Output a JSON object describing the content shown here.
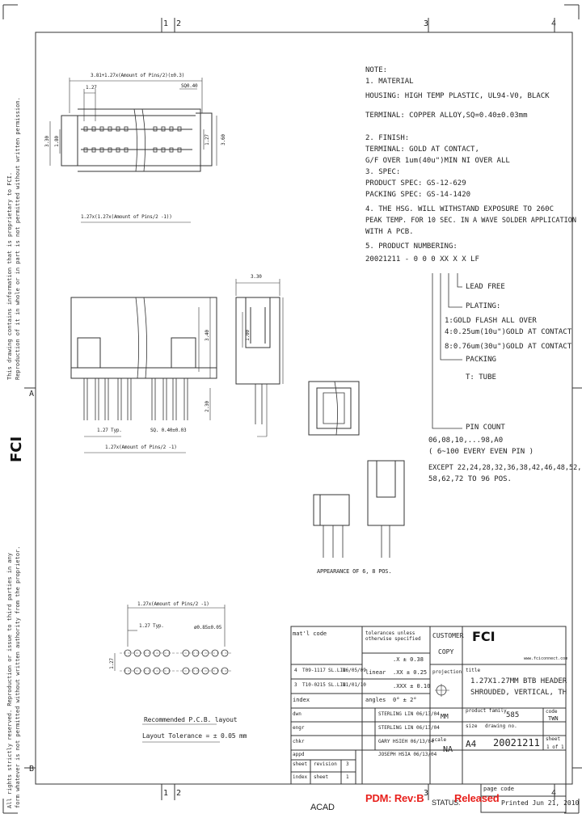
{
  "grid": {
    "top": [
      "1",
      "2",
      "3",
      "4"
    ],
    "bottom": [
      "1",
      "2",
      "3",
      "4"
    ],
    "left": [
      "A",
      "B"
    ]
  },
  "notes": {
    "heading": "NOTE:",
    "lines": [
      "1. MATERIAL",
      "   HOUSING: HIGH TEMP PLASTIC, UL94-V0, BLACK",
      "",
      "   TERMINAL: COPPER ALLOY,SQ=0.40±0.03mm",
      "",
      "2. FINISH:",
      "   TERMINAL: GOLD AT CONTACT,",
      "          G/F OVER 1um(40u\")MIN NI OVER ALL",
      "3. SPEC:",
      "PRODUCT SPEC: GS-12-629",
      "PACKING SPEC: GS-14-1420",
      "4. THE HSG. WILL WITHSTAND EXPOSURE TO 260C",
      "PEAK TEMP. FOR 10 SEC. IN A WAVE SOLDER APPLICATION",
      "WITH A PCB.",
      "5. PRODUCT NUMBERING:",
      "20021211 - 0 0 0 XX X X LF"
    ]
  },
  "numbering": {
    "lead_free": "LEAD FREE",
    "plating": "PLATING:",
    "plating_opts": [
      "1:GOLD FLASH ALL OVER",
      "4:0.25um(10u\")GOLD AT CONTACT",
      "8:0.76um(30u\")GOLD AT CONTACT"
    ],
    "packing": "PACKING",
    "tube": "T: TUBE",
    "pin_count": "PIN COUNT",
    "pin_lines": [
      "06,08,10,...98,A0",
      "( 6~100 EVERY EVEN PIN )",
      "EXCEPT 22,24,28,32,36,38,42,46,48,52,54,56",
      "58,62,72 TO 96 POS."
    ]
  },
  "dims": {
    "top_overall": "3.81+1.27x(Amount of Pins/2)(±0.3)",
    "top_pitch": "1.27",
    "top_right": "SQ0.40",
    "left_a": "3.30",
    "left_b": "1.80",
    "right_a": "1.27",
    "right_b": "3.60",
    "row_len": "1.27x(1.27x(Amount of Pins/2 -1))",
    "side_width": "3.30",
    "side_h1": "3.40",
    "side_h2": "1.00",
    "side_tail": "2.30",
    "front_pitch": "1.27 Typ.",
    "front_sq": "SQ. 0.40±0.03",
    "front_len": "1.27x(Amount of Pins/2 -1)",
    "appearance": "APPEARANCE OF 6, 8 POS.",
    "pcb_len": "1.27x(Amount of Pins/2 -1)",
    "pcb_pitch": "1.27 Typ.",
    "pcb_hole": "ø0.85±0.05",
    "pcb_side": "1.27",
    "pcb_caption": "Recommended P.C.B. layout",
    "pcb_tol": "Layout Tolerance = ± 0.05 mm"
  },
  "side_text": {
    "left_line1": "This drawing contains information that is proprietary to FCI.",
    "left_line2": "Reproduction of it in whole or in part is not permitted without written permission.",
    "left_line3": "All rights strictly reserved. Reproduction or issue to third parties in any",
    "left_line4": "form whatever is not permitted without written authority from the proprietor.",
    "logo": "FCI"
  },
  "titleblock": {
    "matl_code": "mat'l code",
    "tol_header": "tolerances unless otherwise specified",
    "tol1": ".X ± 0.38",
    "tol2": ".XX ± 0.25",
    "tol3": ".XXX ± 0.10",
    "tol4": "0° ± 2°",
    "linear": "linear",
    "angles": "angles",
    "rev_rows": [
      {
        "ltr": "4",
        "ecn": "T09-1117",
        "by": "SL.LIN",
        "date": "26/05/09"
      },
      {
        "ltr": "3",
        "ecn": "T10-0215",
        "by": "SL.LIN",
        "date": "21/01/10"
      }
    ],
    "customer": "CUSTOMER",
    "copy": "COPY",
    "projection": "projection",
    "fci_logo": "FCI",
    "website": "www.fciconnect.com",
    "title_label": "title",
    "title1": "1.27X1.27MM BTB HEADER",
    "title2": "SHROUDED, VERTICAL, TH",
    "units": "MM",
    "product_family_label": "product family",
    "product_family": "585",
    "code_label": "code",
    "code": "TWN",
    "size_label": "size",
    "size": "A4",
    "dwg_label": "drawing no.",
    "dwg": "20021211",
    "sheet_label": "sheet",
    "sheet": "1 of 1",
    "scale_label": "scale",
    "scale": "NA",
    "status": "STATUS",
    "dwn": "dwn",
    "engr": "engr",
    "chkr": "chkr",
    "appd": "appd",
    "dwn_name": "STERLING LIN  06/13/04",
    "engr_name": "STERLING LIN  06/13/04",
    "chkr_name": "GARY HSIEH  06/13/04",
    "appd_name": "JOSEPH HSIA  06/13/04",
    "sheet_col": "sheet",
    "revision_col": "revision",
    "index_col": "index",
    "sheet_col2": "sheet",
    "rev_val": "3",
    "sheet_val": "1",
    "page_code": "page code",
    "printed": "Printed Jun 21, 2010"
  },
  "footer": {
    "acad": "ACAD",
    "pdm": "PDM: Rev:B",
    "status_label": "STATUS:",
    "status_value": "Released"
  },
  "colors": {
    "line": "#333333",
    "pdm_red": "#e8201c"
  }
}
